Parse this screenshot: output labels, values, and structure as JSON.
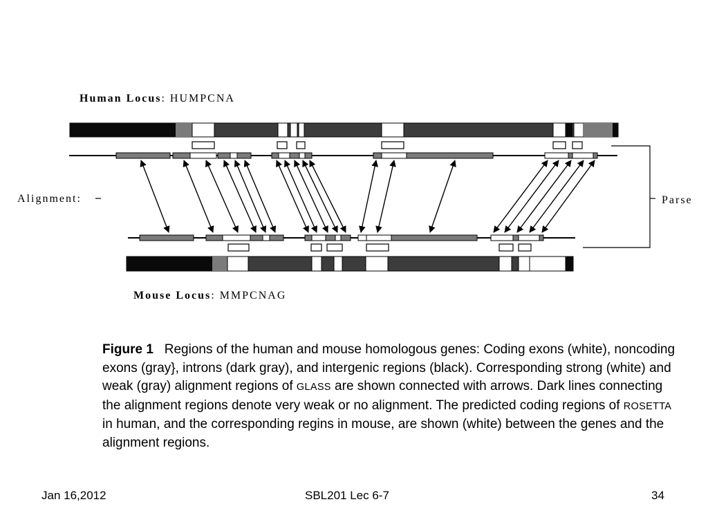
{
  "human_locus": {
    "label": "Human Locus",
    "separator": ":",
    "name": "HUMPCNA"
  },
  "mouse_locus": {
    "label": "Mouse Locus",
    "separator": ":",
    "name": "MMPCNAG"
  },
  "alignment_label": "Alignment:",
  "parse_label": "Parse",
  "caption": {
    "figure_label": "Figure 1",
    "text_1": "Regions of the human and mouse homologous genes: Coding exons (white), noncoding exons (gray}, introns (dark gray), and intergenic regions (black). Corresponding strong (white) and weak (gray) alignment regions of ",
    "glass": "GLASS",
    "text_2": " are shown connected with arrows. Dark lines connecting the alignment regions denote very weak or no alignment. The predicted coding regions of ",
    "rosetta": "ROSETTA",
    "text_3": " in human, and the corresponding regins in mouse, are shown (white) between the genes and the alignment regions."
  },
  "footer": {
    "date": "Jan 16,2012",
    "course": "SBL201 Lec 6-7",
    "page": "34"
  },
  "colors": {
    "black": "#0a0a0a",
    "dark_gray": "#3c3c3c",
    "gray": "#7b7b7b",
    "white": "#ffffff"
  }
}
